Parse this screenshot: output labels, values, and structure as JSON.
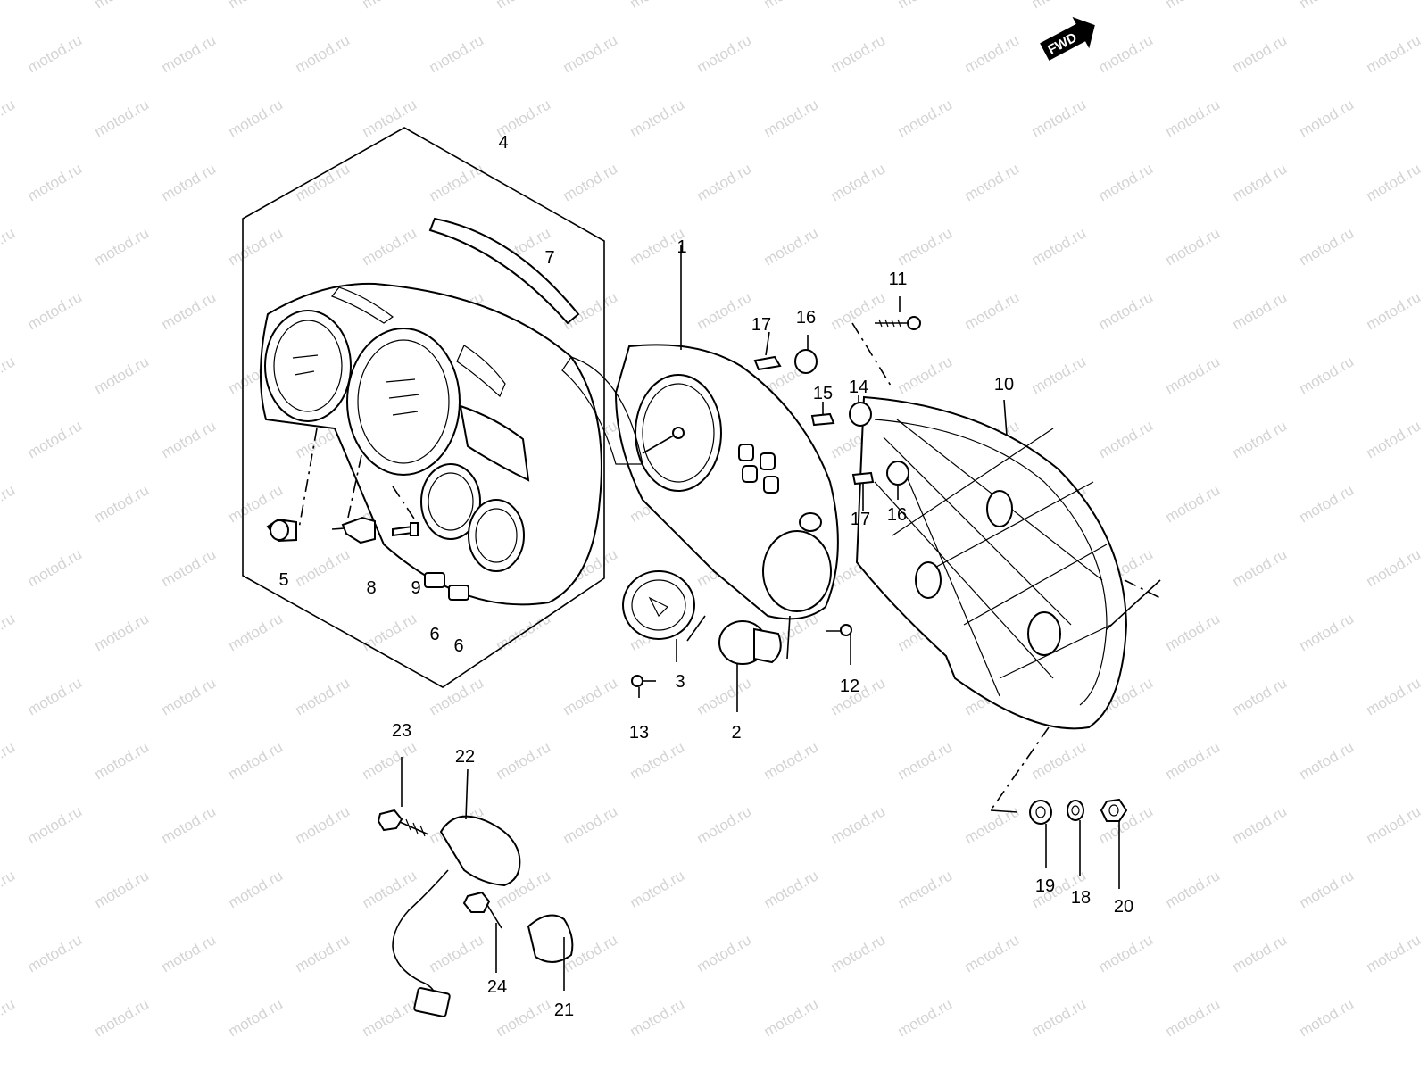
{
  "diagram": {
    "watermark_text": "motod.ru",
    "fwd_label": "FWD",
    "callouts": {
      "c1": "1",
      "c2": "2",
      "c3": "3",
      "c4": "4",
      "c5": "5",
      "c6a": "6",
      "c6b": "6",
      "c7": "7",
      "c8": "8",
      "c9": "9",
      "c10": "10",
      "c11": "11",
      "c12": "12",
      "c13": "13",
      "c14": "14",
      "c15": "15",
      "c16a": "16",
      "c16b": "16",
      "c17a": "17",
      "c17b": "17",
      "c18": "18",
      "c19": "19",
      "c20": "20",
      "c21": "21",
      "c22": "22",
      "c23": "23",
      "c24": "24"
    }
  }
}
